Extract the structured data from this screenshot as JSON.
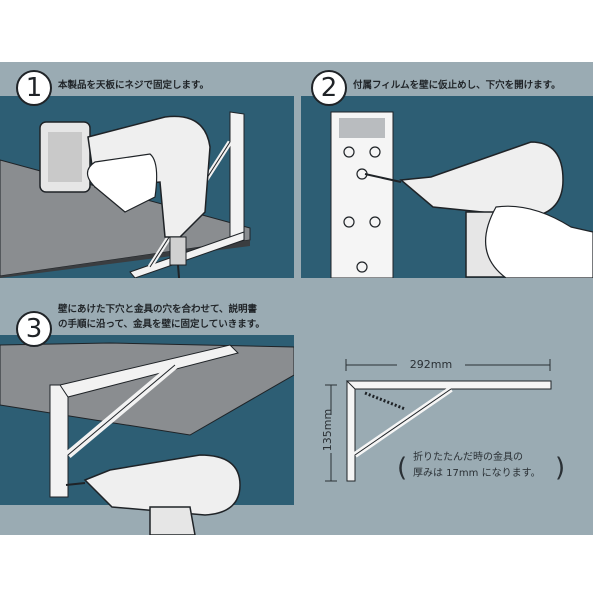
{
  "steps": [
    {
      "number": "1",
      "text": "本製品を天板にネジで固定します。"
    },
    {
      "number": "2",
      "text": "付属フィルムを壁に仮止めし、下穴を開けます。"
    },
    {
      "number": "3",
      "text_line1": "壁にあけた下穴と金具の穴を合わせて、説明書",
      "text_line2": "の手順に沿って、金具を壁に固定していきます。"
    }
  ],
  "dimensions": {
    "width_label": "292mm",
    "height_label": "135mm"
  },
  "note": {
    "open_paren": "(",
    "close_paren": ")",
    "line1": "折りたたんだ時の金具の",
    "line2": "厚みは 17mm になります。"
  },
  "colors": {
    "background_panel": "#9aabb3",
    "teal_wall": "#2d5e74",
    "board_gray": "#8a8d90",
    "outline": "#1f2327"
  }
}
